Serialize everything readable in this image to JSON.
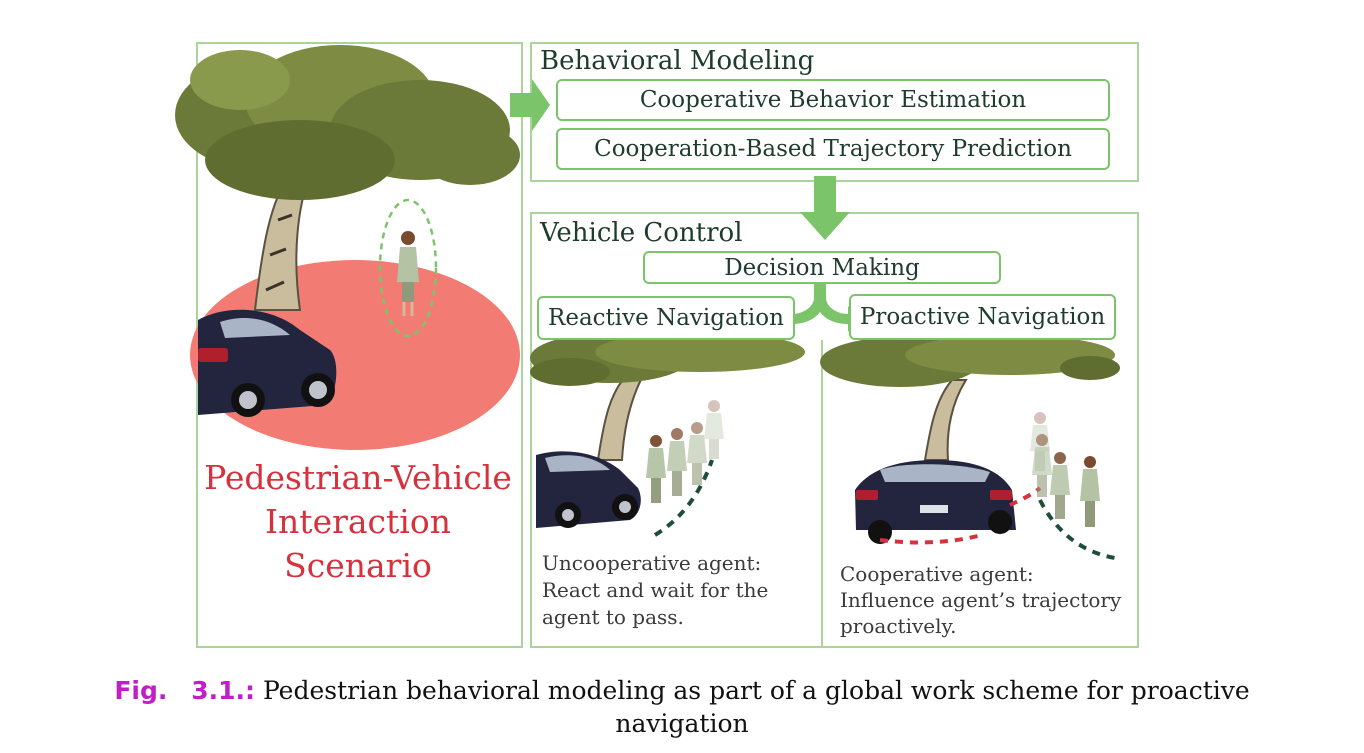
{
  "figure": {
    "fig_label": "Fig.",
    "fig_number": "3.1.:",
    "caption_line1": "Pedestrian behavioral modeling as part of a global work scheme for proactive",
    "caption_line2": "navigation"
  },
  "left_panel": {
    "line1": "Pedestrian-Vehicle",
    "line2": "Interaction",
    "line3": "Scenario"
  },
  "behavioral_modeling": {
    "title": "Behavioral Modeling",
    "box1": "Cooperative Behavior Estimation",
    "box2": "Cooperation-Based Trajectory Prediction"
  },
  "vehicle_control": {
    "title": "Vehicle Control",
    "decision": "Decision Making",
    "reactive": "Reactive Navigation",
    "proactive": "Proactive Navigation",
    "reactive_caption": [
      "Uncooperative agent:",
      "React and wait for the",
      "agent to pass."
    ],
    "proactive_caption": [
      "Cooperative agent:",
      "Influence agent’s trajectory",
      "proactively."
    ]
  },
  "colors": {
    "panel_border": "#a9d49a",
    "box_border": "#7cc46a",
    "arrow": "#7cc46a",
    "zone": "#f27c73",
    "scenario_text": "#d6323d",
    "fig_label": "#c21ec7"
  }
}
